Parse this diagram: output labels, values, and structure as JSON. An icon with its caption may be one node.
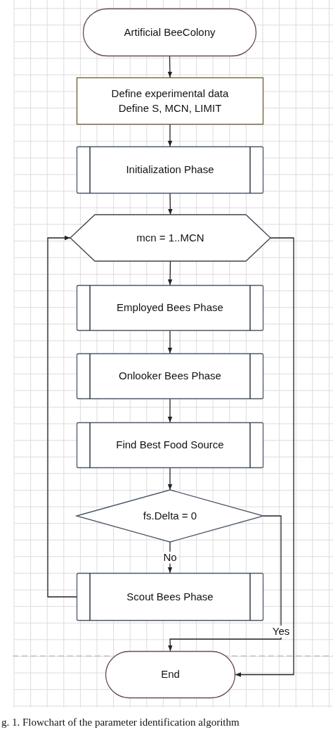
{
  "diagram": {
    "caption": "g. 1. Flowchart of the parameter identification algorithm",
    "nodes": [
      {
        "text": [
          "Artificial BeeColony"
        ]
      },
      {
        "text": [
          "Define experimental data Define S, MCN, LIMIT"
        ]
      },
      {
        "text": [
          "Initialization Phase"
        ]
      },
      {
        "text": [
          "mcn = 1..MCN"
        ]
      },
      {
        "text": [
          "Employed Bees Phase"
        ]
      },
      {
        "text": [
          "Onlooker Bees Phase"
        ]
      },
      {
        "text": [
          "Find Best Food Source"
        ]
      },
      {
        "text": [
          "fs.Delta = 0"
        ]
      },
      {
        "text": [
          "Scout Bees Phase"
        ]
      },
      {
        "text": [
          "End"
        ]
      }
    ],
    "edges": [
      {
        "from": 0,
        "to": 1,
        "arrow": "to"
      },
      {
        "from": 1,
        "to": 2,
        "arrow": "to"
      },
      {
        "from": 2,
        "to": 3,
        "arrow": "to"
      },
      {
        "from": 3,
        "to": 4,
        "arrow": "to"
      },
      {
        "from": 4,
        "to": 5,
        "arrow": "to"
      },
      {
        "from": 5,
        "to": 6,
        "arrow": "to"
      },
      {
        "from": 6,
        "to": 7,
        "arrow": "to"
      },
      {
        "from": 7,
        "to": 8,
        "label": "No",
        "arrow": "to"
      },
      {
        "from": 8,
        "to": 3,
        "arrow": "to"
      },
      {
        "from": 7,
        "to": 9,
        "label": "Yes",
        "arrow": "to"
      },
      {
        "from": 3,
        "to": 9,
        "arrow": "to"
      }
    ]
  }
}
